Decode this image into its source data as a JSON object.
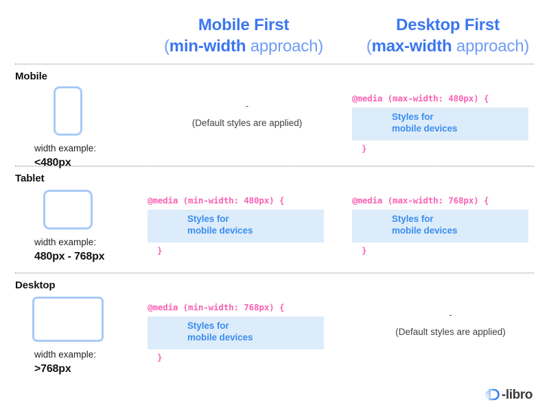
{
  "columns": {
    "mobile_first": {
      "line1": "Mobile First",
      "line2_strong": "min-width",
      "line2_rest": " approach)",
      "line2_open": "("
    },
    "desktop_first": {
      "line1": "Desktop First",
      "line2_strong": "max-width",
      "line2_rest": " approach)",
      "line2_open": "("
    }
  },
  "default_note": {
    "dash": "-",
    "text": "(Default styles are applied)"
  },
  "code_inner": {
    "line1": "Styles for",
    "line2": "mobile devices"
  },
  "closing_brace": "}",
  "rows": [
    {
      "title": "Mobile",
      "device": "phone",
      "width_caption": "width example:",
      "width_value": "<480px",
      "mobile_first": {
        "kind": "default"
      },
      "desktop_first": {
        "kind": "code",
        "open": "@media (max-width: 480px) {"
      }
    },
    {
      "title": "Tablet",
      "device": "tablet",
      "width_caption": "width example:",
      "width_value": "480px - 768px",
      "mobile_first": {
        "kind": "code",
        "open": "@media (min-width: 480px) {"
      },
      "desktop_first": {
        "kind": "code",
        "open": "@media (max-width: 768px) {"
      }
    },
    {
      "title": "Desktop",
      "device": "laptop",
      "width_caption": "width example:",
      "width_value": ">768px",
      "mobile_first": {
        "kind": "code",
        "open": "@media (min-width: 768px) {"
      },
      "desktop_first": {
        "kind": "default"
      }
    }
  ],
  "footer": {
    "brand": "-libro",
    "logo_icon": "d-libro-logo-icon"
  },
  "colors": {
    "heading_blue": "#3b76f0",
    "heading_blue_light": "#6f9cf5",
    "code_pink": "#f962b4",
    "code_bg": "#ddecfa",
    "code_text_blue": "#3b8ef0",
    "device_border": "#a7caf7"
  }
}
